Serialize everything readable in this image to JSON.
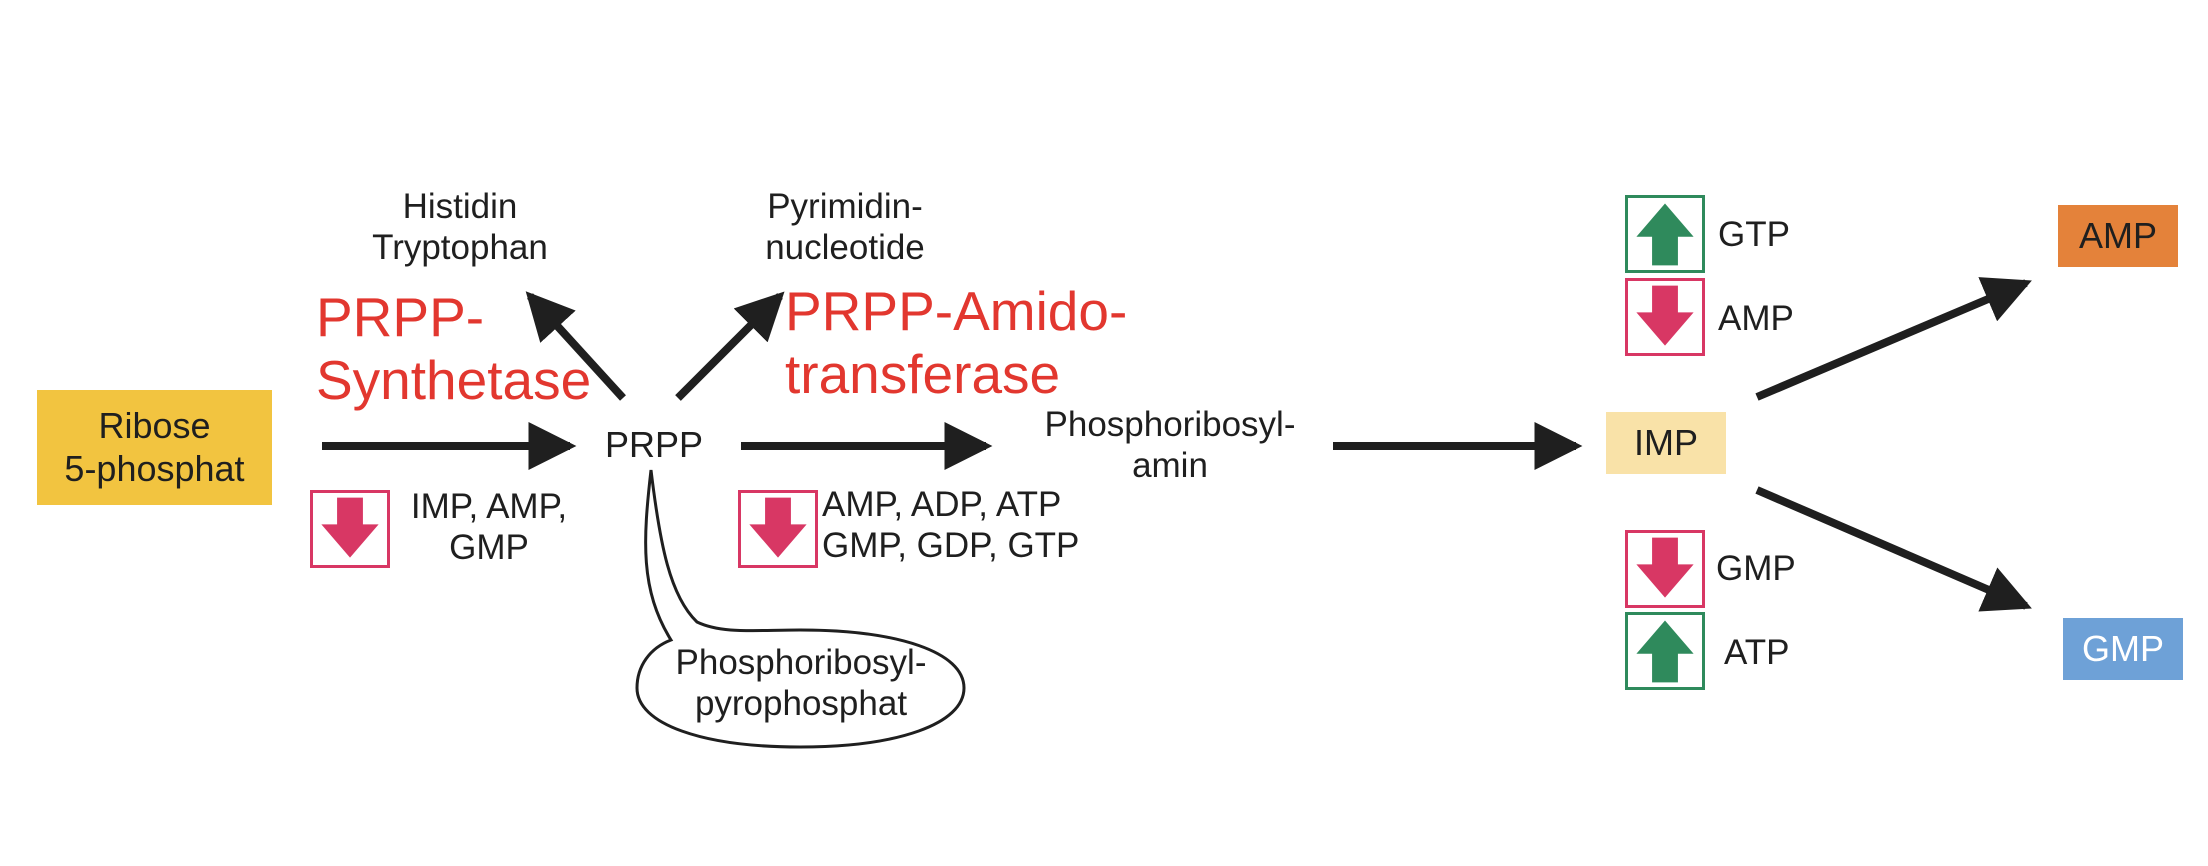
{
  "nodes": {
    "ribose": "Ribose\n5-phosphat",
    "prpp": "PRPP",
    "histidin": "Histidin\nTryptophan",
    "pyrimidin": "Pyrimidin-\nnucleotide",
    "phosphoribosylamin": "Phosphoribosyl-\namin",
    "imp": "IMP",
    "amp": "AMP",
    "gmp": "GMP",
    "prpp_fullname": "Phosphoribosyl-\npyrophosphat"
  },
  "enzymes": {
    "prpp_synthetase": "PRPP-\nSynthetase",
    "prpp_amidotransferase": "PRPP-Amido-\ntransferase"
  },
  "regulators": {
    "synthetase_inhibitors": "IMP, AMP,\nGMP",
    "amidotransferase_inhibitors": "AMP,  ADP, ATP\nGMP, GDP, GTP",
    "amp_branch_activator": "GTP",
    "amp_branch_inhibitor": "AMP",
    "gmp_branch_inhibitor": "GMP",
    "gmp_branch_activator": "ATP"
  },
  "icons": {
    "inhibition": "red-down-arrow-icon",
    "activation": "green-up-arrow-icon"
  },
  "colors": {
    "ribose_box": "#F2C440",
    "imp_box": "#F9E2A8",
    "amp_box": "#E4823A",
    "gmp_box": "#6EA1D7",
    "enzyme_text": "#E2372F",
    "inhibition": "#D83764",
    "activation": "#2F8A5C",
    "arrow": "#1F1F1F"
  }
}
